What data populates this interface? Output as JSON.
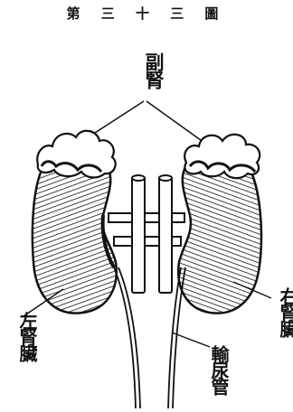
{
  "figure": {
    "title": "第 三 十 三 圖",
    "labels": {
      "adrenal": "副腎",
      "left_kidney": "左腎臟",
      "right_kidney": "右腎臟",
      "ureter": "輸尿管"
    }
  },
  "colors": {
    "ink": "#111111",
    "paper": "#ffffff"
  }
}
